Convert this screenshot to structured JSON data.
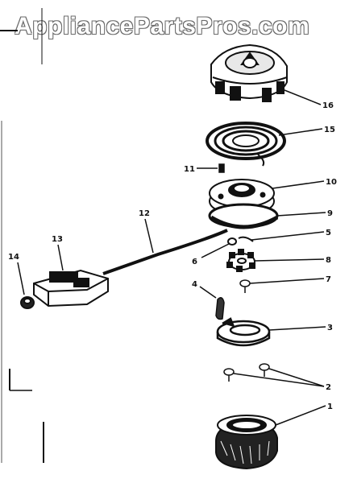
{
  "watermark": {
    "text": "AppliancePartsPros.com"
  },
  "colors": {
    "ink": "#111111",
    "background": "#ffffff",
    "watermark_outline": "#6a6a6a"
  },
  "callouts": {
    "p1": "1",
    "p2": "2",
    "p3": "3",
    "p4": "4",
    "p5": "5",
    "p6": "6",
    "p7": "7",
    "p8": "8",
    "p9": "9",
    "p10": "10",
    "p11": "11",
    "p12": "12",
    "p13": "13",
    "p14": "14",
    "p15": "15",
    "p16": "16"
  }
}
